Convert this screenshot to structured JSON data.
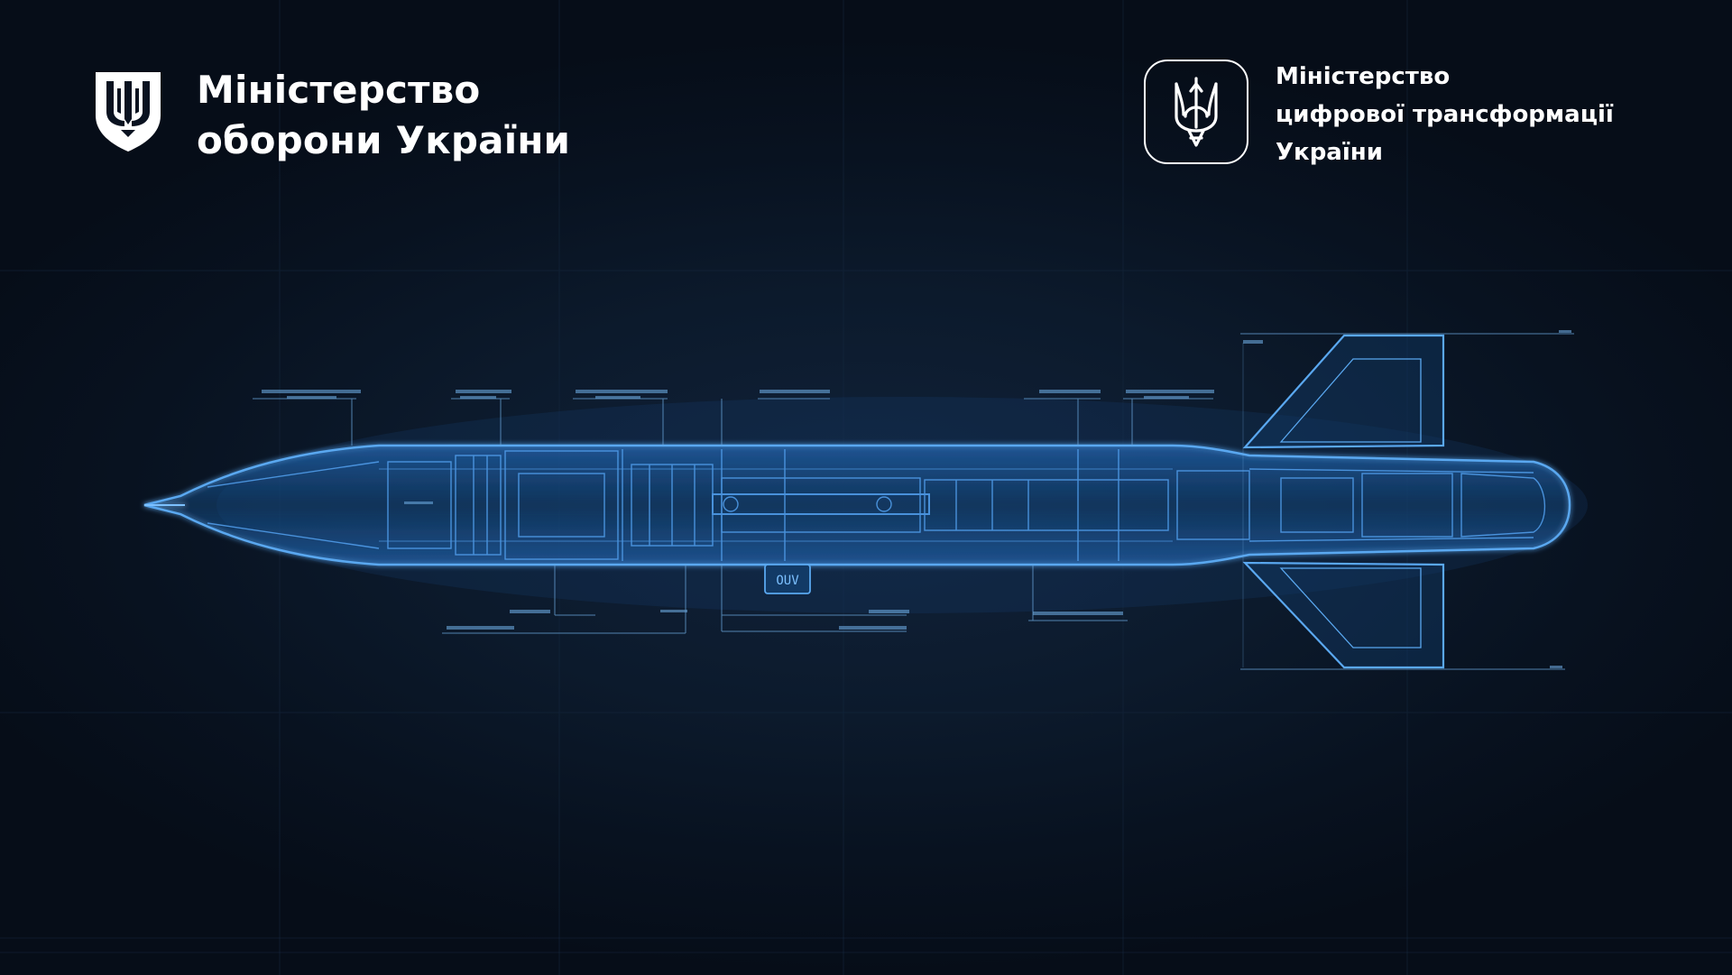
{
  "header": {
    "left_logo": {
      "icon": "ministry-of-defence-shield-icon",
      "title_line1": "Міністерство",
      "title_line2": "оборони України"
    },
    "right_logo": {
      "icon": "trident-icon",
      "title_line1": "Міністерство",
      "title_line2": "цифрової трансформації",
      "title_line3": "України"
    }
  },
  "illustration": {
    "subject": "missile-blueprint",
    "fin_marking": "OUV",
    "colors": {
      "background": "#0a1220",
      "blueprint_line": "#4f9be8",
      "blueprint_glow": "#2f78c8",
      "text": "#ffffff"
    }
  }
}
